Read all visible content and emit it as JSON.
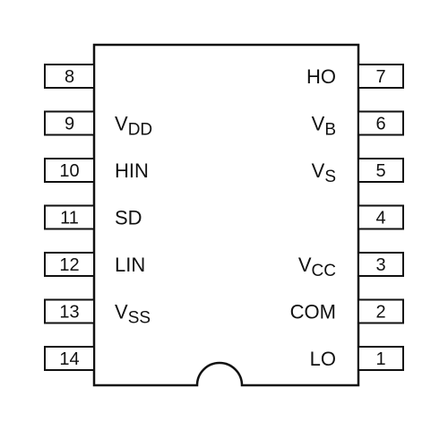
{
  "package": {
    "left_pins": [
      {
        "number": "8",
        "label_main": "",
        "label_sub": ""
      },
      {
        "number": "9",
        "label_main": "V",
        "label_sub": "DD"
      },
      {
        "number": "10",
        "label_main": "HIN",
        "label_sub": ""
      },
      {
        "number": "11",
        "label_main": "SD",
        "label_sub": ""
      },
      {
        "number": "12",
        "label_main": "LIN",
        "label_sub": ""
      },
      {
        "number": "13",
        "label_main": "V",
        "label_sub": "SS"
      },
      {
        "number": "14",
        "label_main": "",
        "label_sub": ""
      }
    ],
    "right_pins": [
      {
        "number": "7",
        "label_main": "HO",
        "label_sub": ""
      },
      {
        "number": "6",
        "label_main": "V",
        "label_sub": "B"
      },
      {
        "number": "5",
        "label_main": "V",
        "label_sub": "S"
      },
      {
        "number": "4",
        "label_main": "",
        "label_sub": ""
      },
      {
        "number": "3",
        "label_main": "V",
        "label_sub": "CC"
      },
      {
        "number": "2",
        "label_main": "COM",
        "label_sub": ""
      },
      {
        "number": "1",
        "label_main": "LO",
        "label_sub": ""
      }
    ]
  }
}
